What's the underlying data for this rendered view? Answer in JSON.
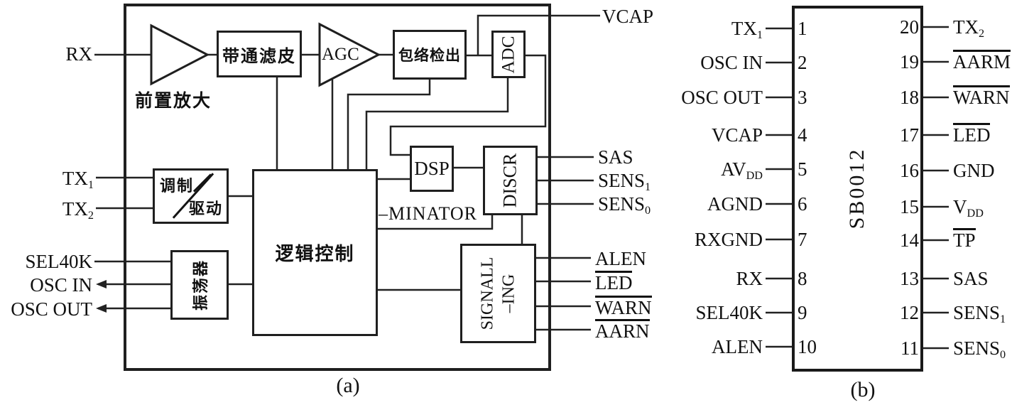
{
  "figure": {
    "caption_a": "(a)",
    "caption_b": "(b)"
  },
  "colors": {
    "line": "#222222",
    "text": "#111111",
    "bg": "#ffffff"
  },
  "block_diagram": {
    "inputs": {
      "rx": "RX",
      "tx1": {
        "base": "TX",
        "sub": "1"
      },
      "tx2": {
        "base": "TX",
        "sub": "2"
      },
      "sel40k": "SEL40K",
      "osc_in": "OSC IN",
      "osc_out": "OSC OUT"
    },
    "blocks": {
      "preamp": "前置放大",
      "bandpass": "带通滤皮",
      "agc": "AGC",
      "envelope": "包络检出",
      "adc": "ADC",
      "mod_line1": "调制",
      "mod_line2": "驱动",
      "oscillator": "振荡器",
      "logic": "逻辑控制",
      "dsp": "DSP",
      "discr": "DISCR",
      "discr_cont": "–MINATOR",
      "signalling_line1": "SIGNALL",
      "signalling_line2": "–ING"
    },
    "outputs": {
      "vcap": "VCAP",
      "sas": "SAS",
      "sens1": {
        "base": "SENS",
        "sub": "1"
      },
      "sens0": {
        "base": "SENS",
        "sub": "0"
      },
      "alen": "ALEN",
      "led": "LED",
      "warn": "WARN",
      "aarn": "AARN"
    }
  },
  "pin_diagram": {
    "chip_name": "SB0012",
    "pins_left": [
      {
        "num": "1",
        "base": "TX",
        "sub": "1"
      },
      {
        "num": "2",
        "base": "OSC IN",
        "sub": ""
      },
      {
        "num": "3",
        "base": "OSC OUT",
        "sub": ""
      },
      {
        "num": "4",
        "base": "VCAP",
        "sub": ""
      },
      {
        "num": "5",
        "base": "AV",
        "sub": "DD"
      },
      {
        "num": "6",
        "base": "AGND",
        "sub": ""
      },
      {
        "num": "7",
        "base": "RXGND",
        "sub": ""
      },
      {
        "num": "8",
        "base": "RX",
        "sub": ""
      },
      {
        "num": "9",
        "base": "SEL40K",
        "sub": ""
      },
      {
        "num": "10",
        "base": "ALEN",
        "sub": ""
      }
    ],
    "pins_right": [
      {
        "num": "20",
        "base": "TX",
        "sub": "2"
      },
      {
        "num": "19",
        "base": "AARM",
        "sub": ""
      },
      {
        "num": "18",
        "base": "WARN",
        "sub": ""
      },
      {
        "num": "17",
        "base": "LED",
        "sub": ""
      },
      {
        "num": "16",
        "base": "GND",
        "sub": ""
      },
      {
        "num": "15",
        "base": "V",
        "sub": "DD"
      },
      {
        "num": "14",
        "base": "TP",
        "sub": ""
      },
      {
        "num": "13",
        "base": "SAS",
        "sub": ""
      },
      {
        "num": "12",
        "base": "SENS",
        "sub": "1"
      },
      {
        "num": "11",
        "base": "SENS",
        "sub": "0"
      }
    ]
  }
}
